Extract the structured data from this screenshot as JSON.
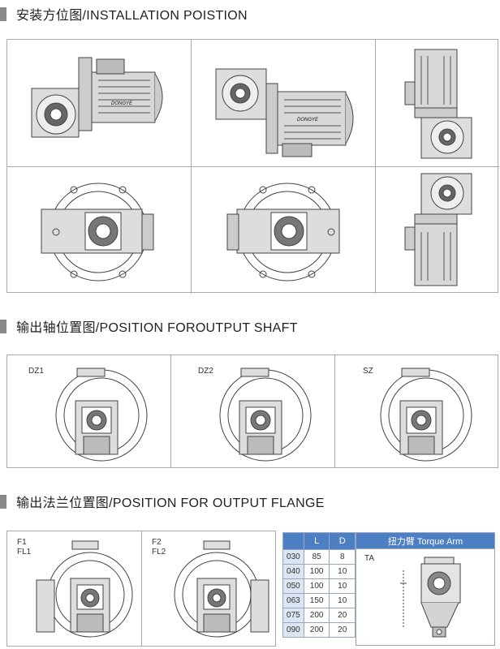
{
  "sections": {
    "installation": "安装方位图/INSTALLATION POISTION",
    "output_shaft": "输出轴位置图/POSITION FOROUTPUT SHAFT",
    "output_flange": "输出法兰位置图/POSITION FOR OUTPUT FLANGE"
  },
  "brand": "DONGYE",
  "shaft_labels": [
    "DZ1",
    "DZ2",
    "SZ"
  ],
  "flange_labels": [
    {
      "line1": "F1",
      "line2": "FL1"
    },
    {
      "line1": "F2",
      "line2": "FL2"
    }
  ],
  "table": {
    "headers": [
      "",
      "L",
      "D"
    ],
    "rows": [
      [
        "030",
        "85",
        "8"
      ],
      [
        "040",
        "100",
        "10"
      ],
      [
        "050",
        "100",
        "10"
      ],
      [
        "063",
        "150",
        "10"
      ],
      [
        "075",
        "200",
        "20"
      ],
      [
        "090",
        "200",
        "20"
      ]
    ],
    "torque_arm_header": "扭力臂 Torque Arm",
    "ta_label": "TA"
  }
}
